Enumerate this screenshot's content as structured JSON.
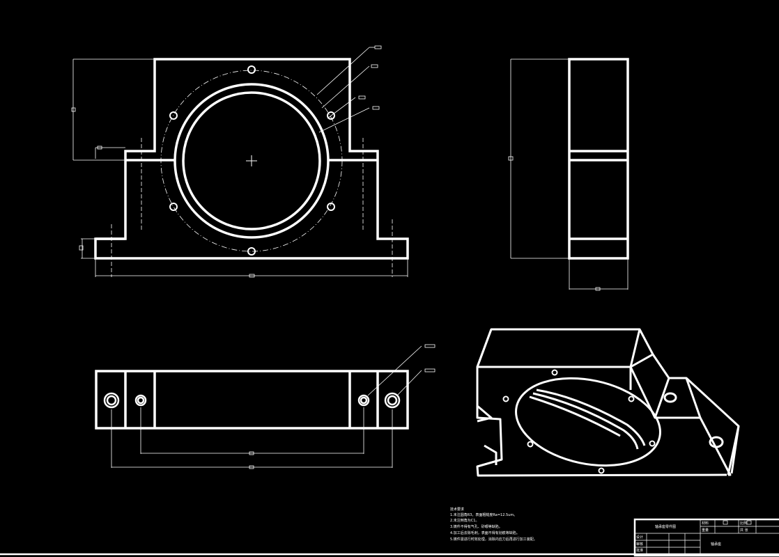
{
  "drawing": {
    "background": "#000000",
    "line_color": "#ffffff",
    "views": [
      "front-view",
      "side-view",
      "top-view",
      "isometric-view"
    ]
  },
  "notes": {
    "title": "技术要求",
    "lines": [
      "1.未注圆角R3，表面粗糙度Ra=12.5um。",
      "2.未注倒角为C1。",
      "3.铸件不得有气孔、砂眼等缺陷。",
      "4.加工后去除毛刺，表面不得有划痕等缺陷。",
      "5.铸件需进行时效处理，消除内应力后再进行加工装配。"
    ]
  },
  "title_block": {
    "drawing_name": "轴承座零件图",
    "material_label": "材料",
    "scale_label": "比例",
    "designer_label": "设计",
    "checker_label": "审核",
    "approver_label": "批准",
    "sheet_label": "共 张",
    "weight_label": "重量",
    "part_label": "轴承座"
  }
}
